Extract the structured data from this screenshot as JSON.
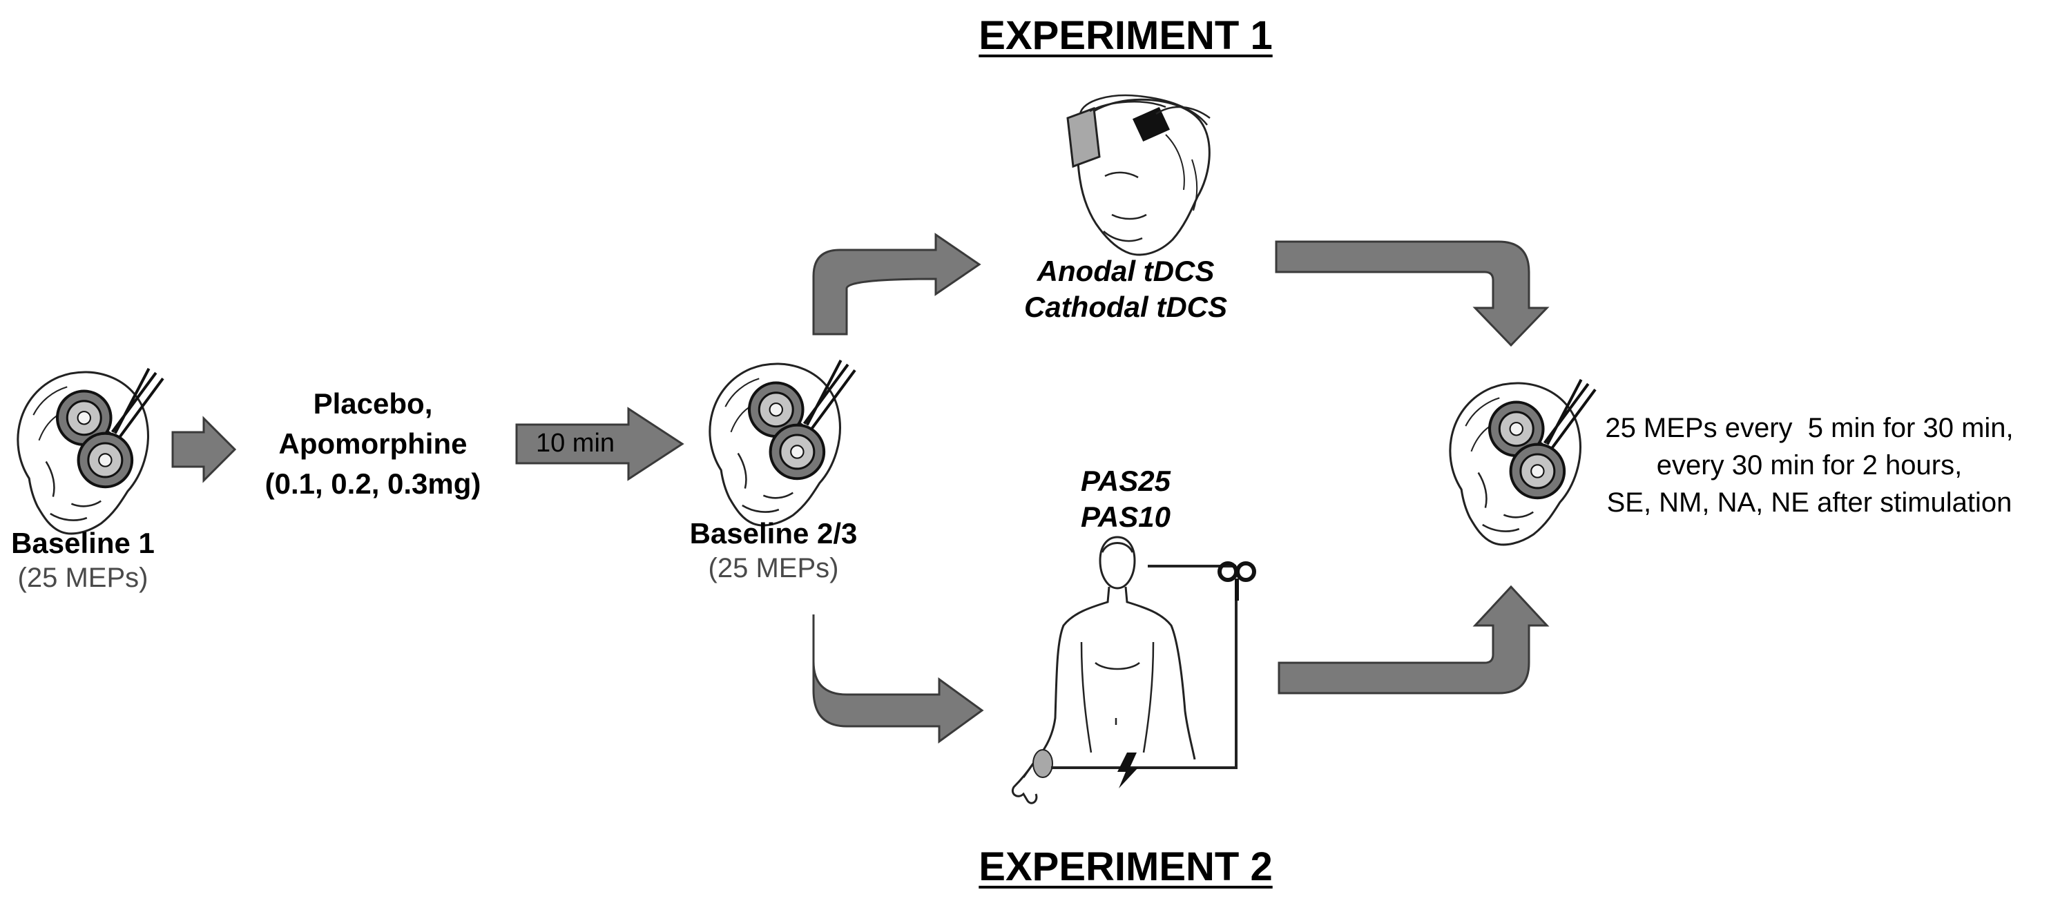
{
  "experiment1": {
    "title": "EXPERIMENT 1",
    "conditions": [
      "Anodal tDCS",
      "Cathodal tDCS"
    ]
  },
  "experiment2": {
    "title": "EXPERIMENT 2",
    "conditions": [
      "PAS25",
      "PAS10"
    ]
  },
  "baseline1": {
    "label": "Baseline 1",
    "sub": "(25 MEPs)"
  },
  "drug": {
    "lines": [
      "Placebo,",
      "Apomorphine",
      "(0.1, 0.2, 0.3mg)"
    ]
  },
  "delay_arrow": {
    "label": "10 min"
  },
  "baseline23": {
    "label": "Baseline 2/3",
    "sub": "(25 MEPs)"
  },
  "outcome": {
    "lines": [
      "25 MEPs every  5 min for 30 min,",
      "every 30 min for 2 hours,",
      "SE, NM, NA, NE after stimulation"
    ]
  },
  "icons": [
    "head-tms-coil-icon",
    "head-tdcs-electrode-icon",
    "body-pas-electrode-icon"
  ],
  "colors": {
    "arrow_fill": "#7a7a7a",
    "arrow_stroke": "#3a3a3a",
    "line": "#222222",
    "electrode": "#a8a8a8"
  }
}
